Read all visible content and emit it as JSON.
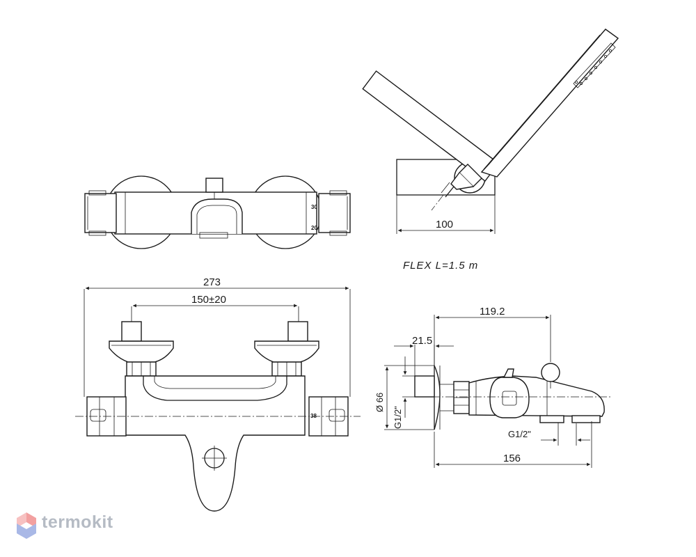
{
  "dimensions": {
    "overall_width": "273",
    "inlet_spacing": "150±20",
    "handset_holder_width": "100",
    "side_depth": "119.2",
    "wall_offset": "21.5",
    "diameter": "Ø 66",
    "inlet_thread": "G1/2\"",
    "outlet_thread": "G1/2\"",
    "total_depth": "156"
  },
  "notes": {
    "hose": "FLEX  L=1.5  m"
  },
  "temperature_scale": {
    "top_view": [
      "30",
      "20"
    ],
    "front_view": [
      "38"
    ]
  },
  "watermark": {
    "brand": "termokit",
    "colors": {
      "red": "#f2a0a0",
      "blue": "#a9b8e6",
      "text": "#b5bbc4"
    }
  }
}
